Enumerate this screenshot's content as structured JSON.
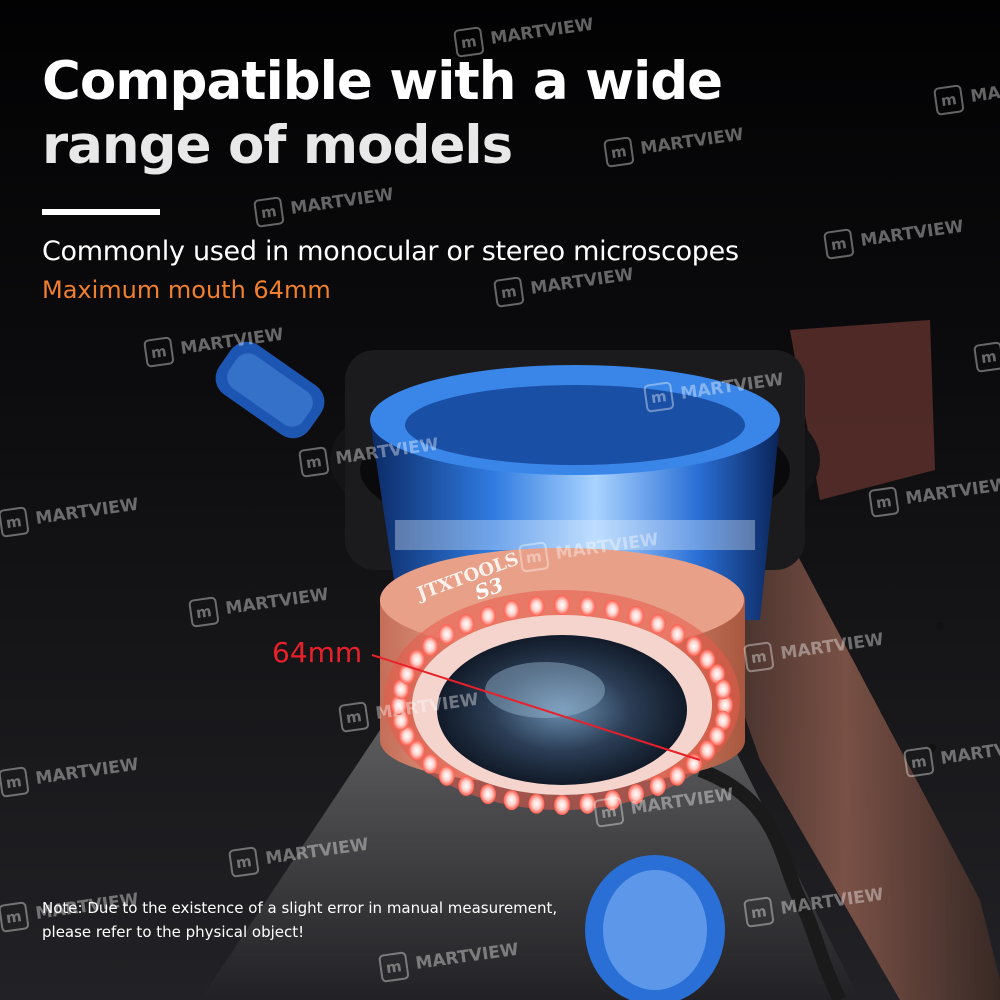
{
  "headline": {
    "line1": "Compatible with a wide",
    "line2": "range of models"
  },
  "subtitle": "Commonly used in monocular or stereo microscopes",
  "accent_line": "Maximum mouth 64mm",
  "measurement_label": "64mm",
  "ring_brand": "JTXTOOLS",
  "ring_model": "S3",
  "note": {
    "line1": "Note: Due to the existence of a slight error in manual measurement,",
    "line2": "please refer to the physical object!"
  },
  "watermark": {
    "text": "MARTVIEW",
    "mark": "m"
  },
  "colors": {
    "background": "#060607",
    "accent": "#f07f2e",
    "measurement": "#e8202a",
    "lens_blue": "#1e64c8",
    "ring_copper": "#d88a6e",
    "led_red": "#ff2b2b"
  }
}
